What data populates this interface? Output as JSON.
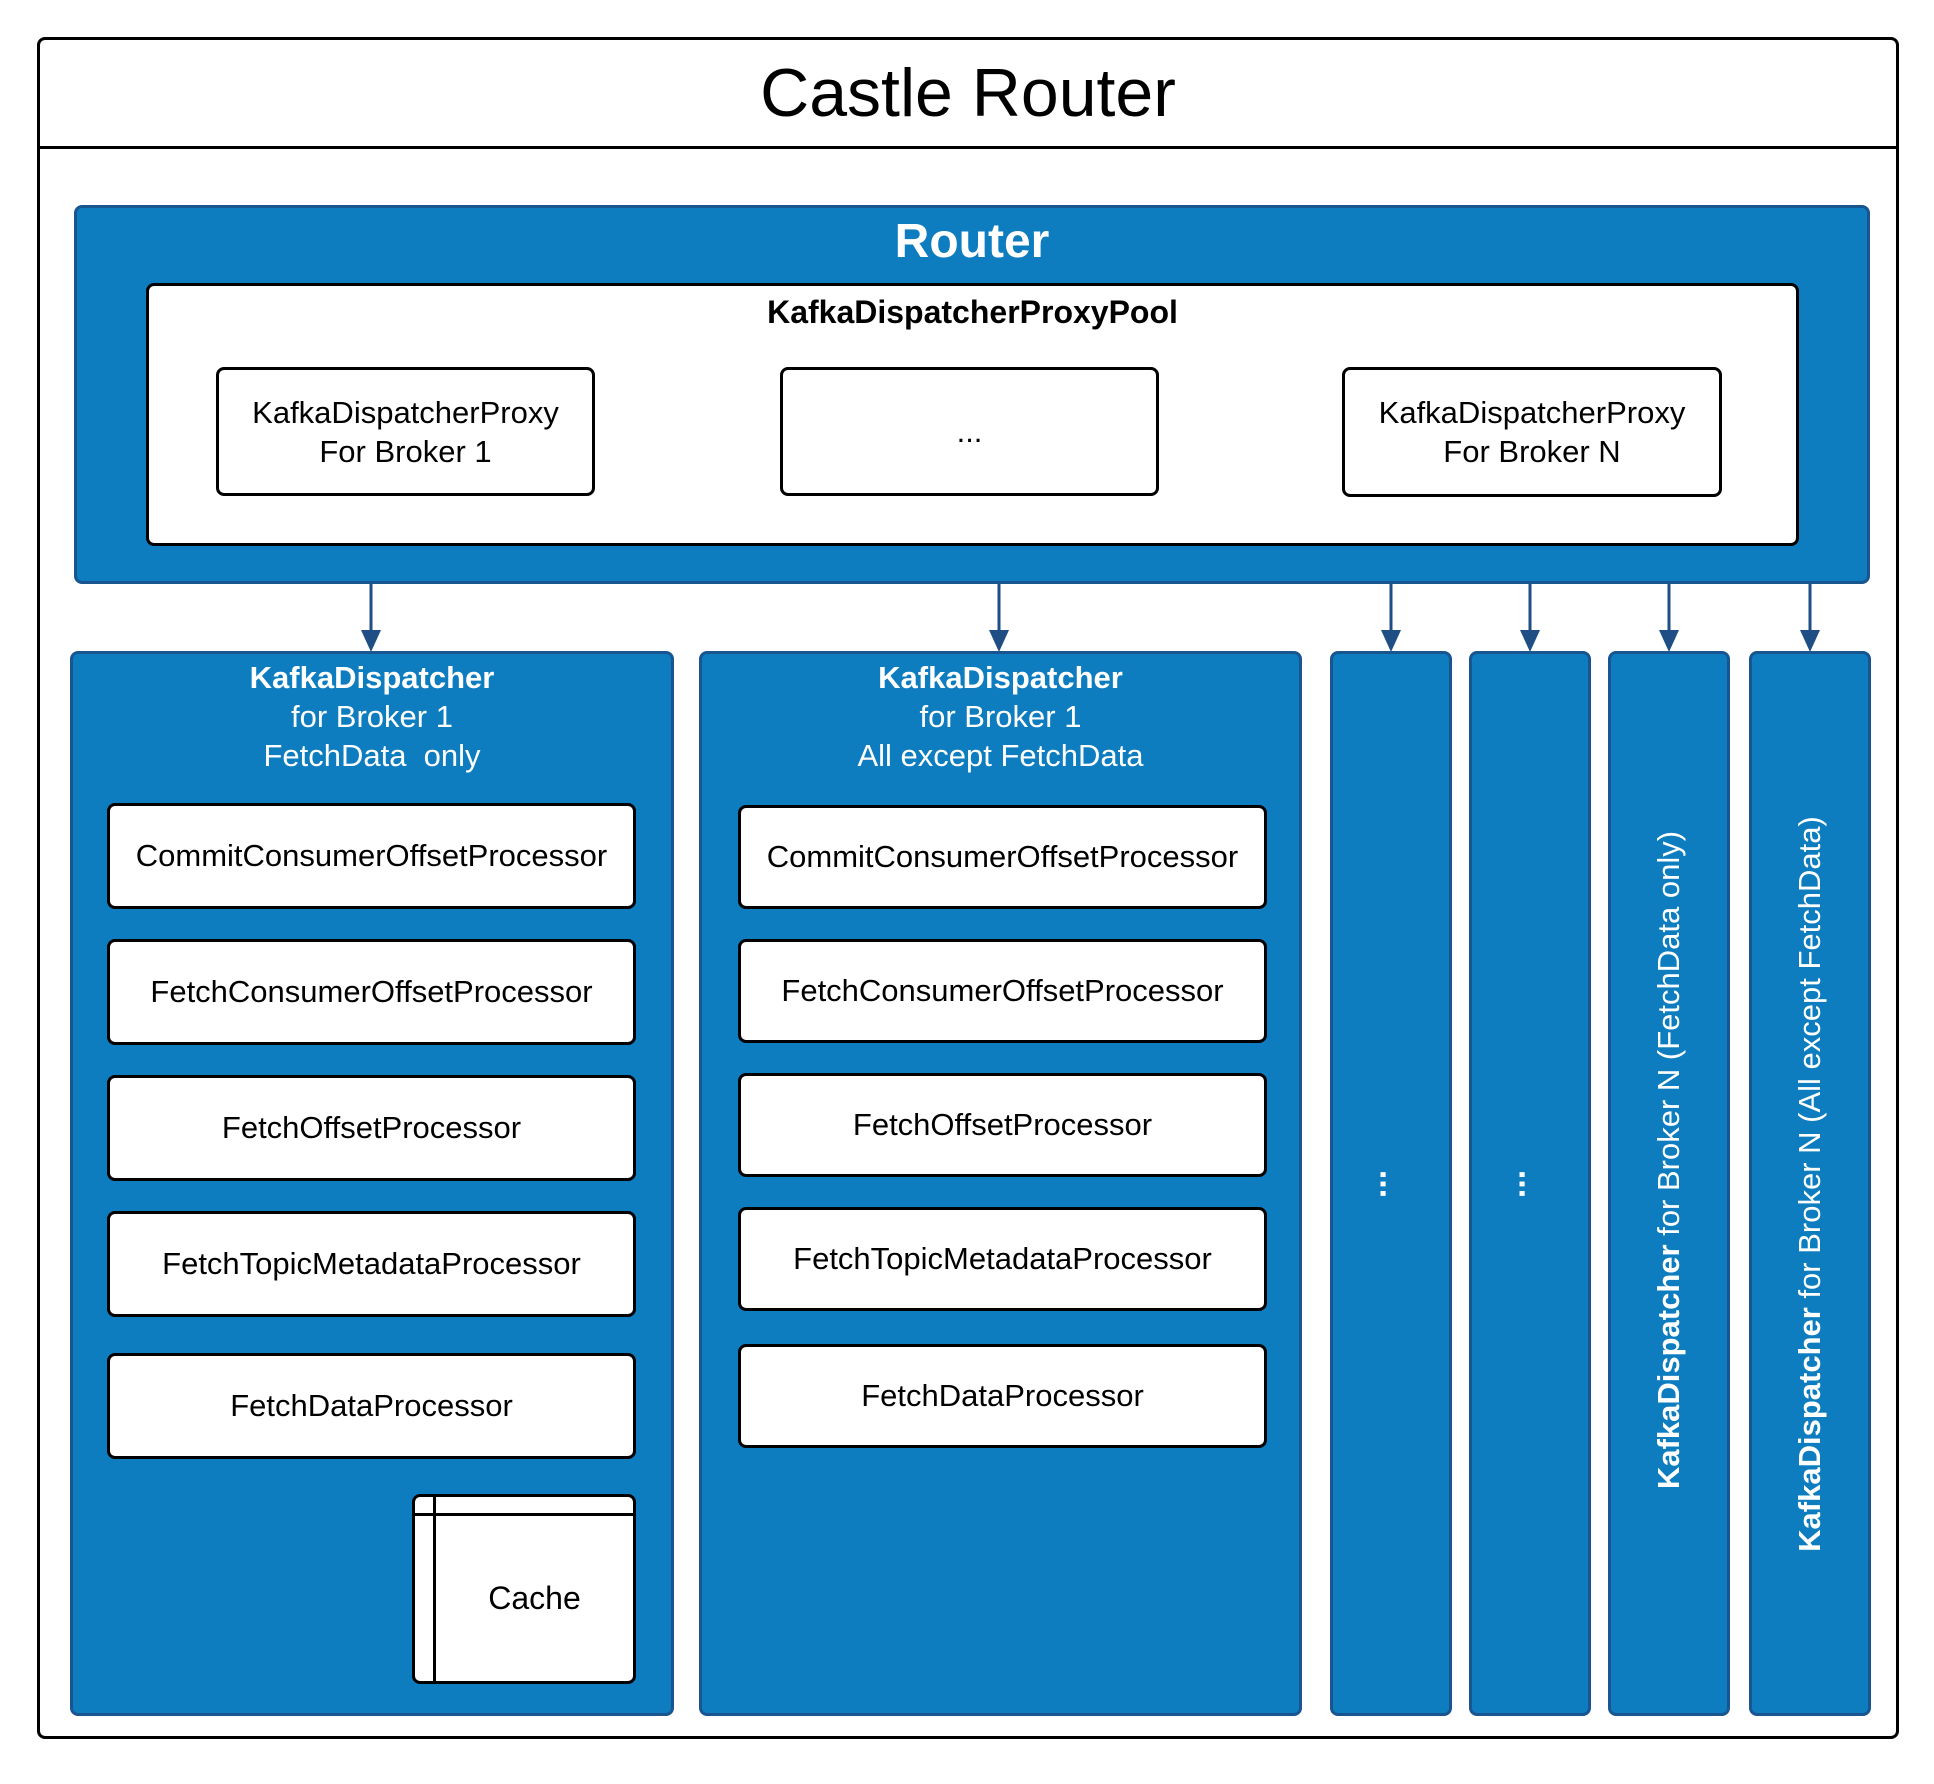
{
  "frame": {
    "title": "Castle Router"
  },
  "router": {
    "title": "Router",
    "pool": {
      "title": "KafkaDispatcherProxyPool",
      "proxies": [
        {
          "line1": "KafkaDispatcherProxy",
          "line2": "For Broker 1"
        },
        {
          "line1": "...",
          "line2": ""
        },
        {
          "line1": "KafkaDispatcherProxy",
          "line2": "For Broker N"
        }
      ]
    }
  },
  "dispatchers": [
    {
      "name": "KafkaDispatcher",
      "broker": "for Broker 1",
      "scope": "FetchData  only",
      "processors": [
        "CommitConsumerOffsetProcessor",
        "FetchConsumerOffsetProcessor",
        "FetchOffsetProcessor",
        "FetchTopicMetadataProcessor",
        "FetchDataProcessor"
      ],
      "cache": "Cache"
    },
    {
      "name": "KafkaDispatcher",
      "broker": "for Broker 1",
      "scope": "All except FetchData",
      "processors": [
        "CommitConsumerOffsetProcessor",
        "FetchConsumerOffsetProcessor",
        "FetchOffsetProcessor",
        "FetchTopicMetadataProcessor",
        "FetchDataProcessor"
      ]
    }
  ],
  "columns": [
    {
      "dots": "..."
    },
    {
      "dots": "..."
    },
    {
      "name": "KafkaDispatcher",
      "rest": " for Broker N (FetchData only)"
    },
    {
      "name": "KafkaDispatcher",
      "rest": " for Broker N (All except FetchData)"
    }
  ],
  "colors": {
    "blue_fill": "#0d7dc0",
    "blue_border": "#19558f",
    "arrow": "#1f4e85"
  }
}
